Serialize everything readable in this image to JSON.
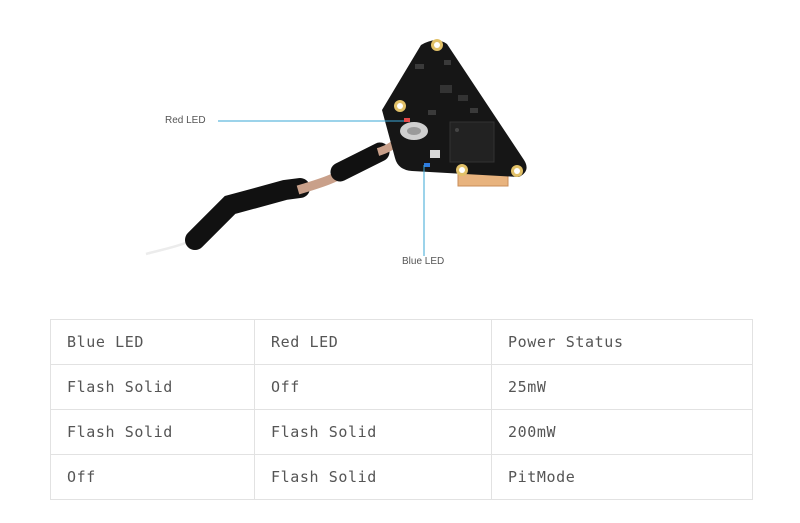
{
  "figure": {
    "callouts": {
      "red_led": "Red LED",
      "blue_led": "Blue LED"
    },
    "colors": {
      "callout_line": "#3aa7d6",
      "board": "#161616",
      "coax": "#c9a08a",
      "heatshrink": "#111111",
      "antenna_wire": "#ececec",
      "connector": "#e8b37e"
    }
  },
  "table": {
    "headers": [
      "Blue LED",
      "Red LED",
      "Power Status"
    ],
    "rows": [
      [
        "Flash Solid",
        "Off",
        "25mW"
      ],
      [
        "Flash Solid",
        "Flash Solid",
        "200mW"
      ],
      [
        "Off",
        "Flash Solid",
        "PitMode"
      ]
    ]
  }
}
